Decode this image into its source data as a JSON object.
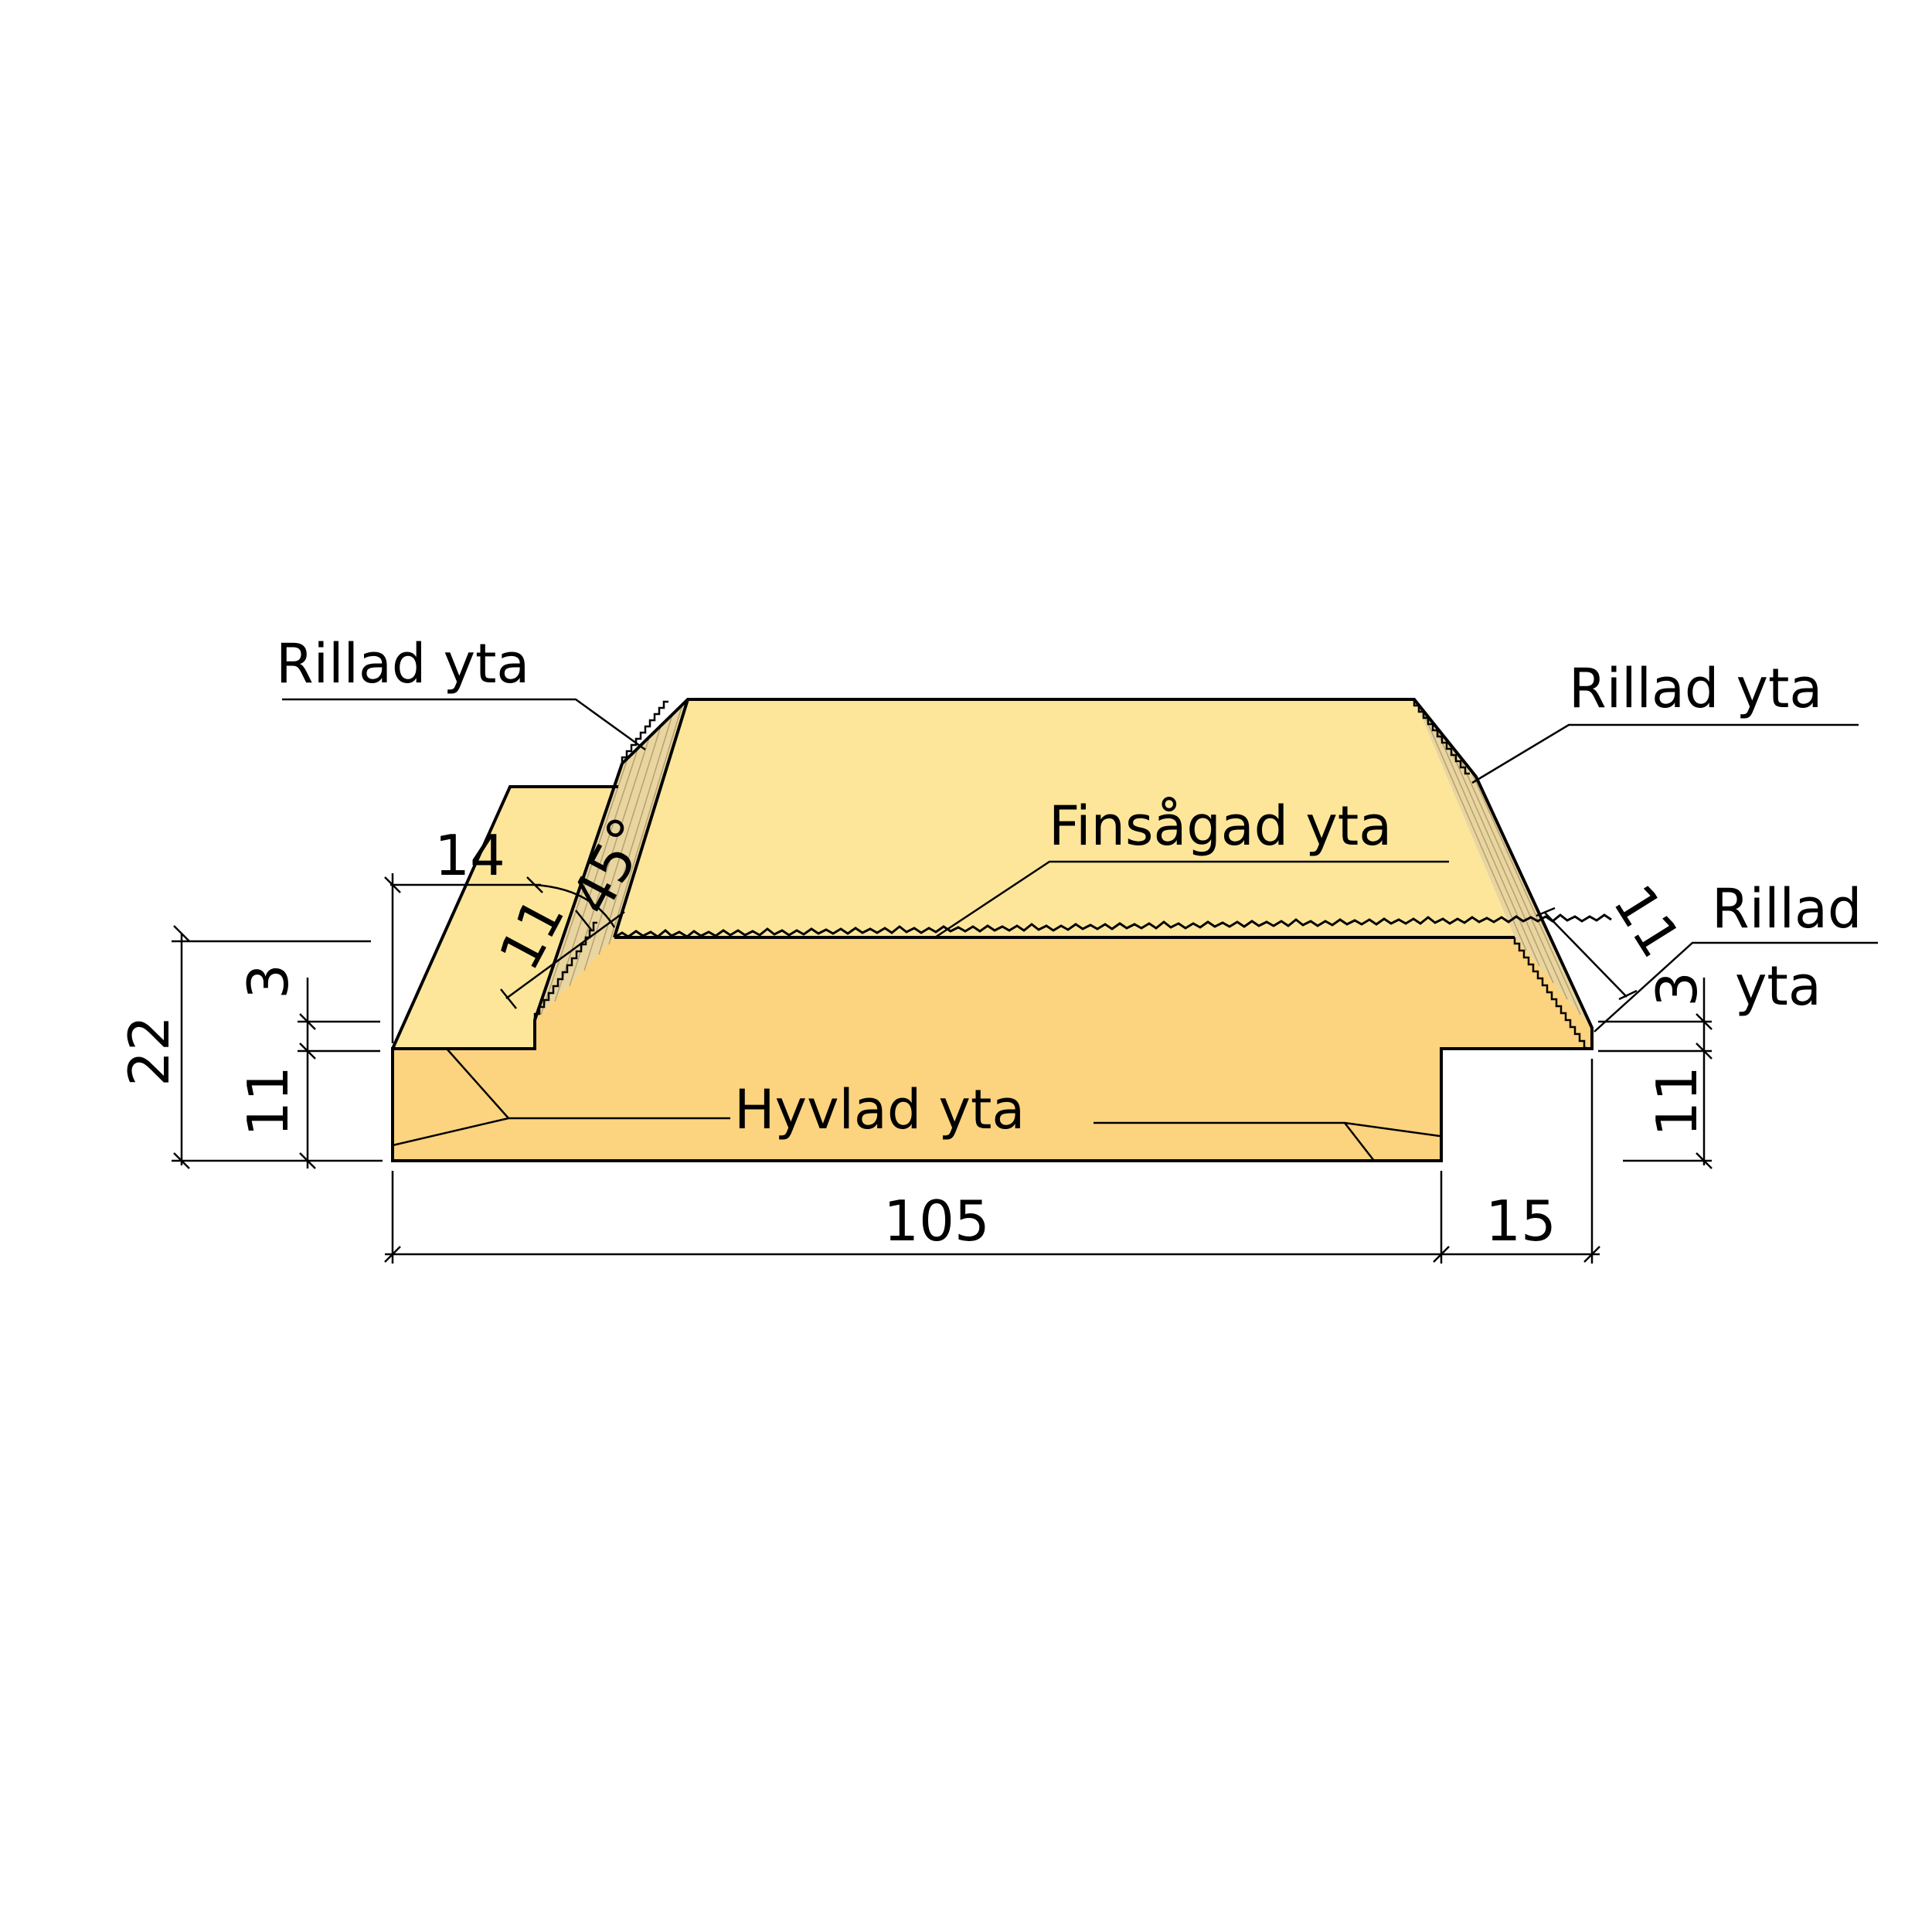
{
  "labels": {
    "rillad_left": "Rillad yta",
    "rillad_right_top": "Rillad yta",
    "finsagad": "Finsågad yta",
    "rillad_right_line1": "Rillad",
    "rillad_right_line2": "yta",
    "hyvlad": "Hyvlad yta"
  },
  "dimensions": {
    "total_height": "22",
    "lip_height_left": "3",
    "base_height_left": "11",
    "top_offset": "14",
    "bevel_width_left": "11",
    "bevel_angle": "45°",
    "bevel_width_right": "11",
    "lip_height_right": "3",
    "base_height_right": "11",
    "main_width": "105",
    "tongue_width": "15"
  },
  "colors": {
    "top_face": "#fde69a",
    "front_face": "#fcd37f",
    "rillad_face": "#e8d5a0",
    "outline": "#000000",
    "background": "#ffffff"
  }
}
